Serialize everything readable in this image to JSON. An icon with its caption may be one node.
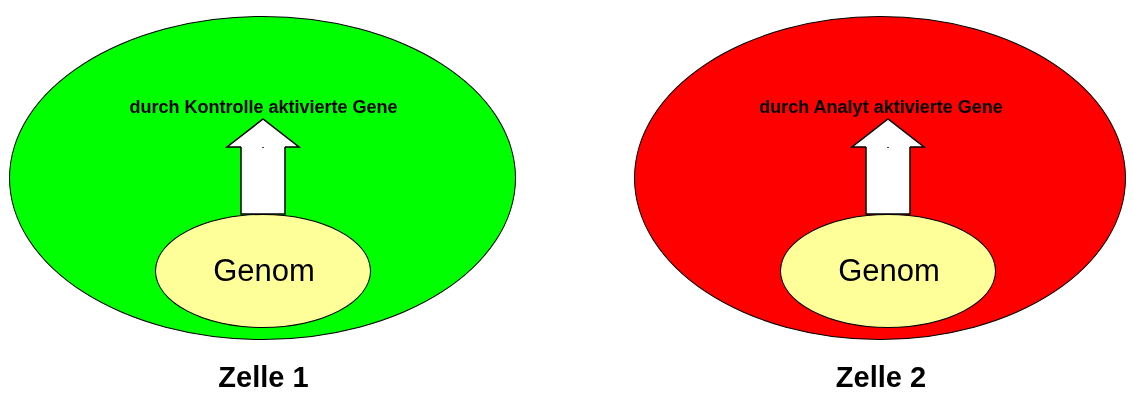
{
  "diagram": {
    "nodes": [
      {
        "text": [
          "Zelle 1"
        ]
      },
      {
        "text": [
          "durch Kontrolle aktivierte Gene"
        ],
        "in": 0
      },
      {
        "text": [
          "Genom"
        ],
        "in": 0
      },
      {
        "text": [
          "Zelle 2"
        ]
      },
      {
        "text": [
          "durch Analyt aktivierte Gene"
        ],
        "in": 3
      },
      {
        "text": [
          "Genom"
        ],
        "in": 3
      }
    ],
    "edges": [
      {
        "from": 2,
        "to": 1,
        "arrow": "to"
      },
      {
        "from": 5,
        "to": 4,
        "arrow": "to"
      }
    ]
  }
}
